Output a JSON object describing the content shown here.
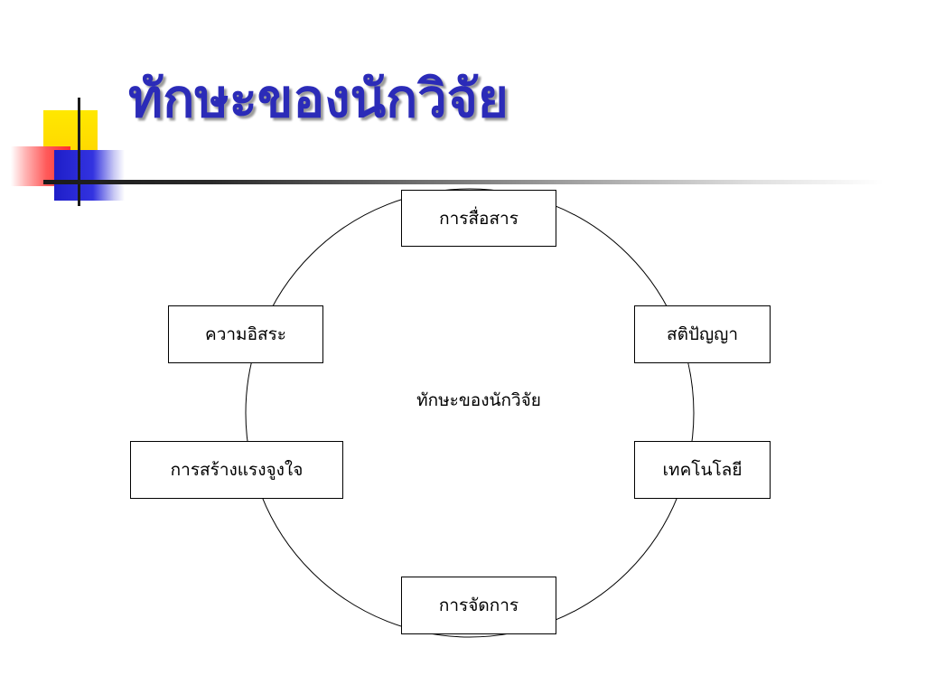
{
  "slide": {
    "title": "ทักษะของนักวิจัย",
    "title_color": "#2b2bb8"
  },
  "diagram": {
    "center_label": "ทักษะของนักวิจัย",
    "nodes": [
      {
        "id": "communication",
        "label": "การสื่อสาร"
      },
      {
        "id": "intelligence",
        "label": "สติปัญญา"
      },
      {
        "id": "technology",
        "label": "เทคโนโลยี"
      },
      {
        "id": "management",
        "label": "การจัดการ"
      },
      {
        "id": "motivation",
        "label": "การสร้างแรงจูงใจ"
      },
      {
        "id": "independence",
        "label": "ความอิสระ"
      }
    ]
  },
  "decoration_colors": {
    "yellow": "#ffd400",
    "red": "#ff2d2d",
    "blue": "#1e1ec8"
  }
}
